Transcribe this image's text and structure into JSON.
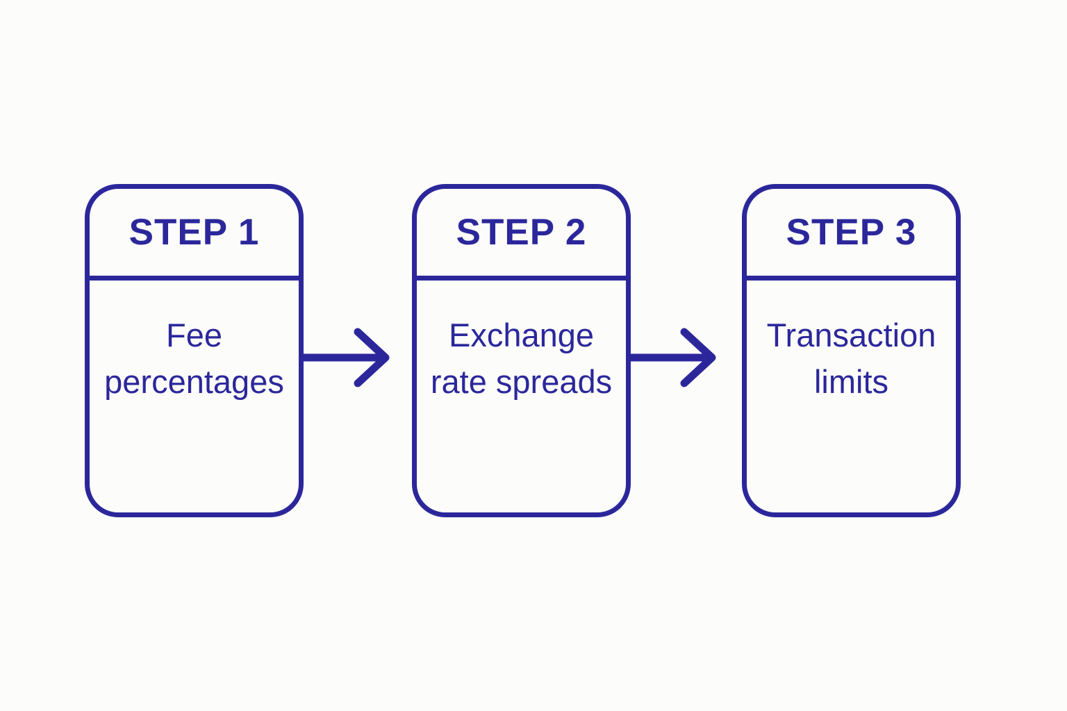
{
  "canvas": {
    "background": "#fcfcfa",
    "ink": "#2b279b",
    "description": "Three-step flow diagram with rounded rectangle cards connected by right arrows"
  },
  "diagram": {
    "steps": [
      {
        "header": "STEP 1",
        "body": "Fee percentages"
      },
      {
        "header": "STEP 2",
        "body": "Exchange rate spreads"
      },
      {
        "header": "STEP 3",
        "body": "Transaction limits"
      }
    ],
    "arrows": [
      {
        "icon": "arrow-right"
      },
      {
        "icon": "arrow-right"
      }
    ]
  }
}
